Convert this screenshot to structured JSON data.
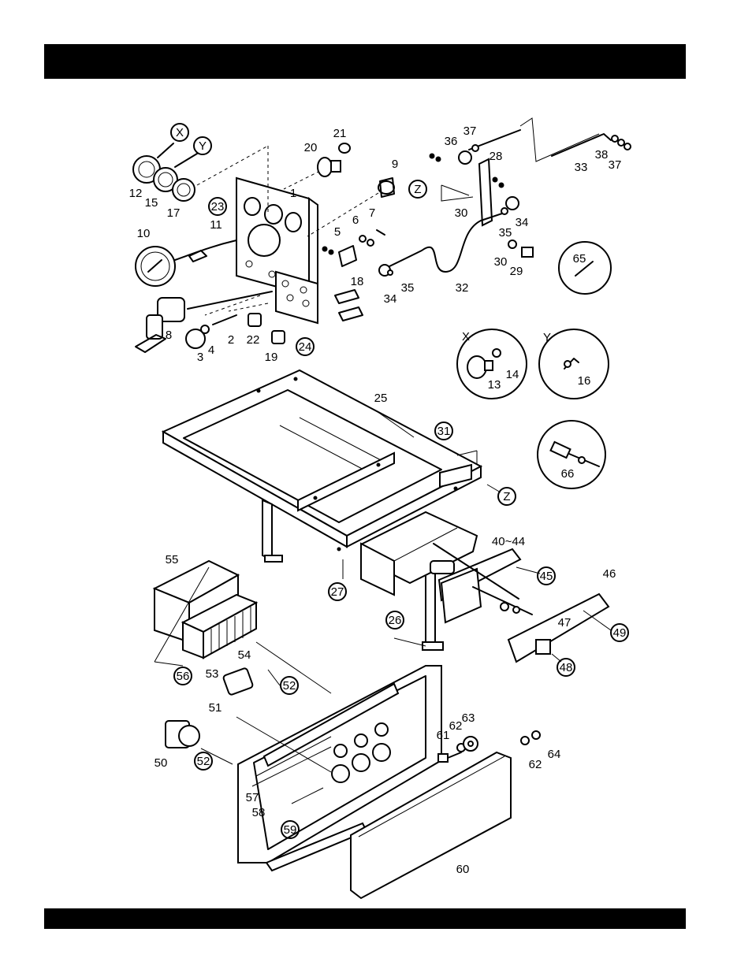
{
  "callouts": {
    "c1": "1",
    "c2": "2",
    "c3": "3",
    "c4": "4",
    "c5": "5",
    "c6": "6",
    "c7": "7",
    "c8": "8",
    "c9": "9",
    "c10": "10",
    "c11": "11",
    "c12": "12",
    "c13": "13",
    "c14": "14",
    "c15": "15",
    "c16": "16",
    "c17": "17",
    "c18": "18",
    "c19": "19",
    "c20": "20",
    "c21": "21",
    "c22": "22",
    "c23": "23",
    "c24": "24",
    "c25": "25",
    "c26": "26",
    "c27": "27",
    "c28": "28",
    "c29": "29",
    "c30a": "30",
    "c30b": "30",
    "c31": "31",
    "c32": "32",
    "c33": "33",
    "c34a": "34",
    "c34b": "34",
    "c35a": "35",
    "c35b": "35",
    "c36": "36",
    "c37a": "37",
    "c37b": "37",
    "c38": "38",
    "c40": "40~44",
    "c45": "45",
    "c46": "46",
    "c47": "47",
    "c48": "48",
    "c49": "49",
    "c50": "50",
    "c51": "51",
    "c52a": "52",
    "c52b": "52",
    "c53": "53",
    "c54": "54",
    "c55": "55",
    "c56": "56",
    "c57": "57",
    "c58": "58",
    "c59": "59",
    "c60": "60",
    "c61": "61",
    "c62a": "62",
    "c62b": "62",
    "c63": "63",
    "c64": "64",
    "c65": "65",
    "c66": "66",
    "cX1": "X",
    "cY1": "Y",
    "cZ1": "Z",
    "cZ2": "Z",
    "cX2": "X",
    "cY2": "Y"
  }
}
